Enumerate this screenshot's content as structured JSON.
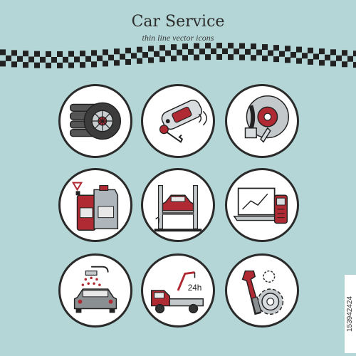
{
  "header": {
    "title": "Car Service",
    "subtitle": "thin line vector icons"
  },
  "icons": [
    {
      "name": "tires-icon"
    },
    {
      "name": "car-alarm-remote-icon"
    },
    {
      "name": "brake-disc-icon"
    },
    {
      "name": "motor-oil-icon"
    },
    {
      "name": "car-lift-icon"
    },
    {
      "name": "computer-diagnostics-icon"
    },
    {
      "name": "car-wash-icon"
    },
    {
      "name": "tow-truck-24h-icon"
    },
    {
      "name": "wrench-gear-icon"
    }
  ],
  "labels": {
    "tow_hours": "24h"
  },
  "watermark": {
    "stock_id": "153942424"
  },
  "colors": {
    "background": "#b4d6d6",
    "accent_red": "#b02a33",
    "line": "#2a2a2a",
    "rim_gray": "#b9c0c4"
  }
}
